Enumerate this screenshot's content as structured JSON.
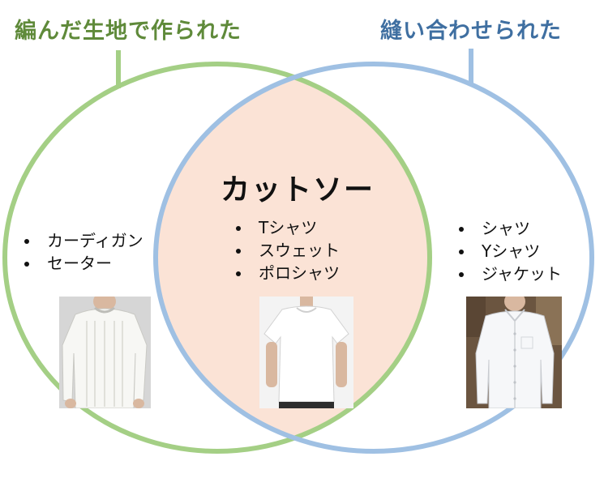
{
  "diagram": {
    "left_set": {
      "title": "編んだ生地で作られた",
      "items": [
        "カーディガン",
        "セーター"
      ],
      "color": "#a4cf85",
      "title_color": "#5f8a3a",
      "photo_icon": "white-knit-sweater"
    },
    "right_set": {
      "title": "縫い合わせられた",
      "items": [
        "シャツ",
        "Yシャツ",
        "ジャケット"
      ],
      "color": "#9fc0e3",
      "title_color": "#3f6fa1",
      "photo_icon": "white-button-shirt"
    },
    "intersection": {
      "title": "カットソー",
      "items": [
        "Tシャツ",
        "スウェット",
        "ポロシャツ"
      ],
      "fill_color": "#fbe3d6",
      "photo_icon": "white-t-shirt"
    }
  }
}
